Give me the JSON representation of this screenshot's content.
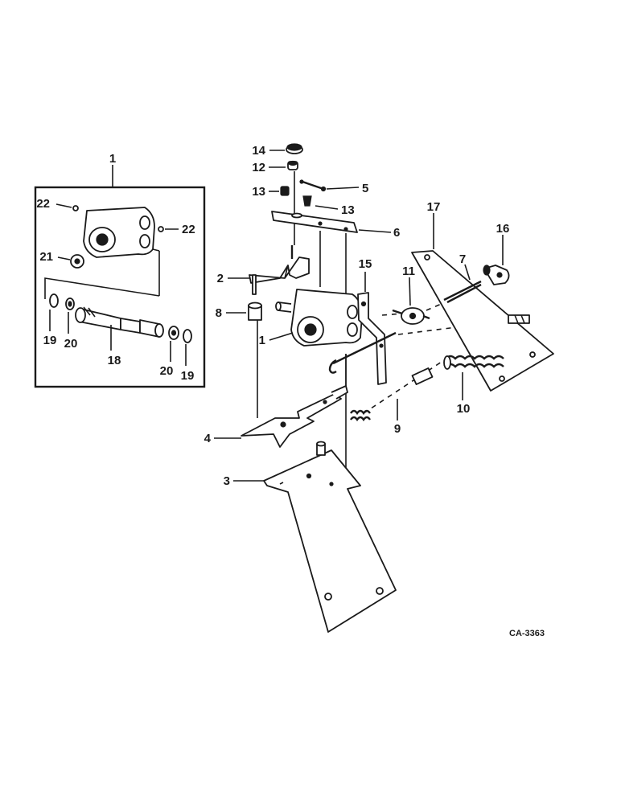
{
  "diagram": {
    "callouts": {
      "c1_box": "1",
      "c1_main": "1",
      "c2": "2",
      "c3": "3",
      "c4": "4",
      "c5": "5",
      "c6": "6",
      "c7": "7",
      "c8": "8",
      "c9": "9",
      "c10": "10",
      "c11": "11",
      "c12": "12",
      "c13_left": "13",
      "c13_right": "13",
      "c14": "14",
      "c15": "15",
      "c16": "16",
      "c17": "17",
      "c18": "18",
      "c19_left": "19",
      "c19_right": "19",
      "c20_left": "20",
      "c20_right": "20",
      "c21": "21",
      "c22_left": "22",
      "c22_right": "22"
    },
    "figure_code": "CA-3363"
  }
}
